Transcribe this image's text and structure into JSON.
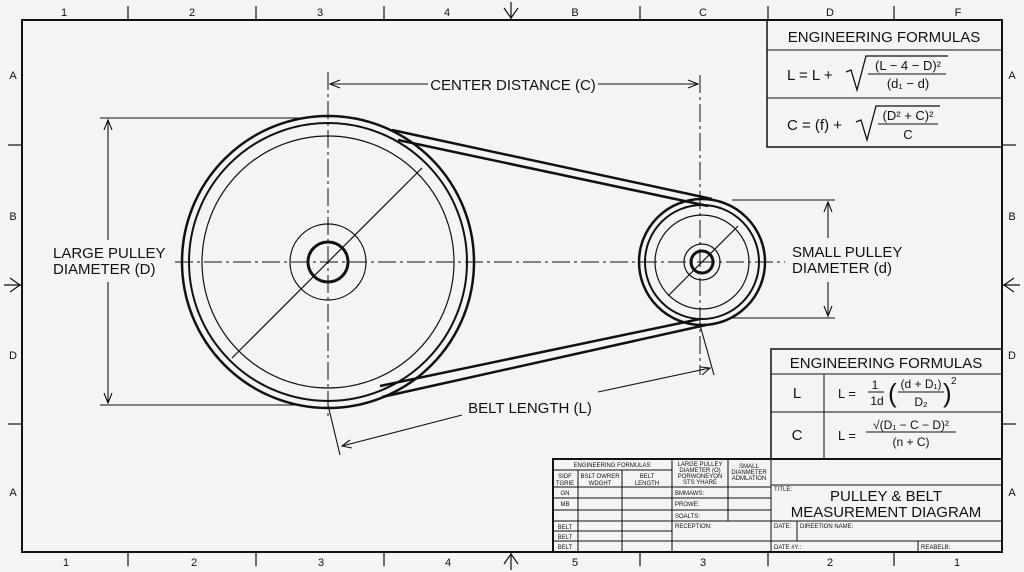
{
  "ruler": {
    "top": [
      "1",
      "2",
      "3",
      "4",
      "B",
      "C",
      "D",
      "F"
    ],
    "bottom": [
      "1",
      "2",
      "3",
      "4",
      "5",
      "3",
      "2",
      "1"
    ],
    "left": [
      "A",
      "B",
      "D",
      "A"
    ],
    "right": [
      "A",
      "B",
      "D",
      "A"
    ]
  },
  "labels": {
    "center_distance": "CENTER DISTANCE (C)",
    "large_pulley": [
      "LARGE PULLEY",
      "DIAMETER (D)"
    ],
    "small_pulley": [
      "SMALL PULLEY",
      "DIAMETER (d)"
    ],
    "belt_length": "BELT LENGTH (L)"
  },
  "formulas_top": {
    "title": "ENGINEERING FORMULAS",
    "f1_lhs": "L = L +",
    "f1_num": "(L − 4 − D)²",
    "f1_den": "(d₁ − d)",
    "f2_lhs": "C = (f) +",
    "f2_num": "(D² + C)²",
    "f2_den": "C"
  },
  "formulas_bottom": {
    "title": "ENGINEERING FORMULAS",
    "rows": [
      {
        "var": "L",
        "lhs": "L =",
        "num": "1",
        "den": "1d",
        "inner_num": "(d + D₁)",
        "inner_den": "D₂",
        "exp": "2"
      },
      {
        "var": "C",
        "lhs": "L =",
        "num": "√(D₁ − C − D)²",
        "den": "(n + C)"
      }
    ]
  },
  "title_block": {
    "eng_formulas": "ENGINEERING FORMULAS",
    "col_side": [
      "SIDF",
      "TGRIE"
    ],
    "col_weight": [
      "BSLT OWRER",
      "WDGHT"
    ],
    "col_length": [
      "BELT",
      "LENGTH"
    ],
    "col_large": [
      "LARGE PULLEY",
      "DIAMETER (O)",
      "PORWONEYON",
      "STS YHARE"
    ],
    "col_small": [
      "SMALL",
      "DIANMETER",
      "ADMLATION"
    ],
    "rows": [
      "GN",
      "MB",
      "",
      "BELT",
      "BELT",
      "BELT"
    ],
    "fields": [
      "BMMAWS:",
      "PROWE:",
      "SOALTS:",
      "RECEPTION:"
    ],
    "title_label": "TITLE:",
    "title": [
      "PULLEY & BELT",
      "MEASUREMENT DIAGRAM"
    ],
    "date_label": "DATE:",
    "direction_label": "DIREETION NAME:",
    "date_by": "DATE #Y.:",
    "reabels": "REABELB:"
  }
}
